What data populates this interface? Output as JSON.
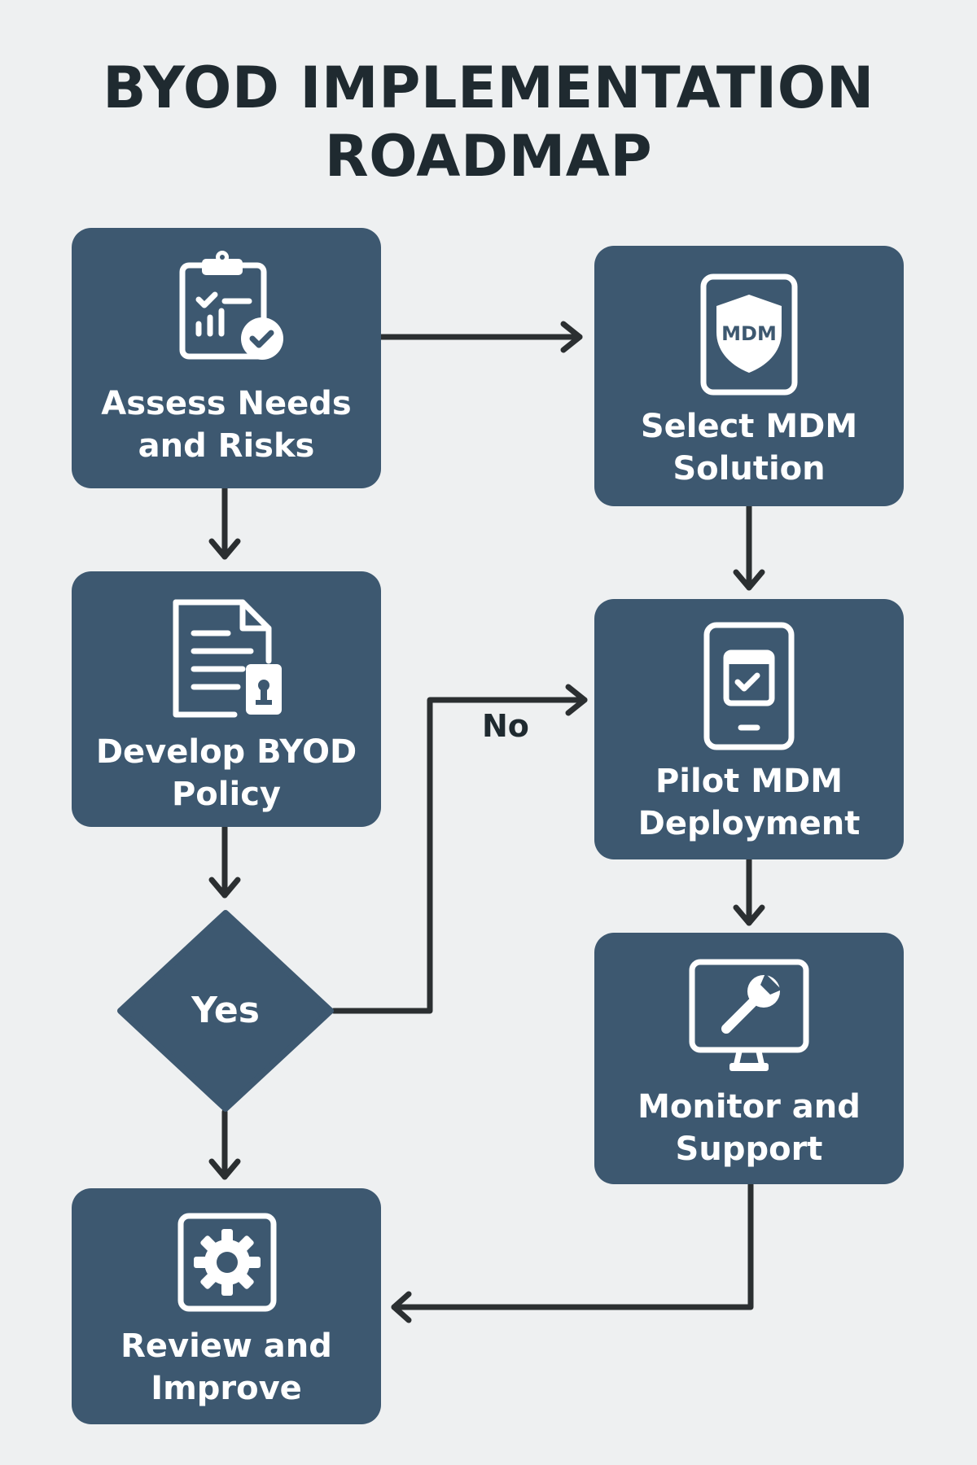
{
  "title": {
    "line1": "BYOD IMPLEMENTATION",
    "line2": "ROADMAP"
  },
  "colors": {
    "node_fill": "#3d5870",
    "text_dark": "#1f2a30",
    "connector": "#2b2f31",
    "background": "#eef0f1"
  },
  "steps": [
    {
      "line1": "Assess Needs",
      "line2": "and Risks",
      "icon": "clipboard-checklist-icon"
    },
    {
      "line1": "Select MDM",
      "line2": "Solution",
      "icon": "mdm-shield-tablet-icon",
      "icon_text": "MDM"
    },
    {
      "line1": "Develop BYOD",
      "line2": "Policy",
      "icon": "policy-document-lock-icon"
    },
    {
      "line1": "Pilot MDM",
      "line2": "Deployment",
      "icon": "phone-checklist-icon"
    },
    {
      "line1": "Monitor and",
      "line2": "Support",
      "icon": "monitor-wrench-icon"
    },
    {
      "line1": "Review and",
      "line2": "Improve",
      "icon": "gear-icon"
    }
  ],
  "decision": {
    "label": "Yes",
    "no_label": "No"
  }
}
